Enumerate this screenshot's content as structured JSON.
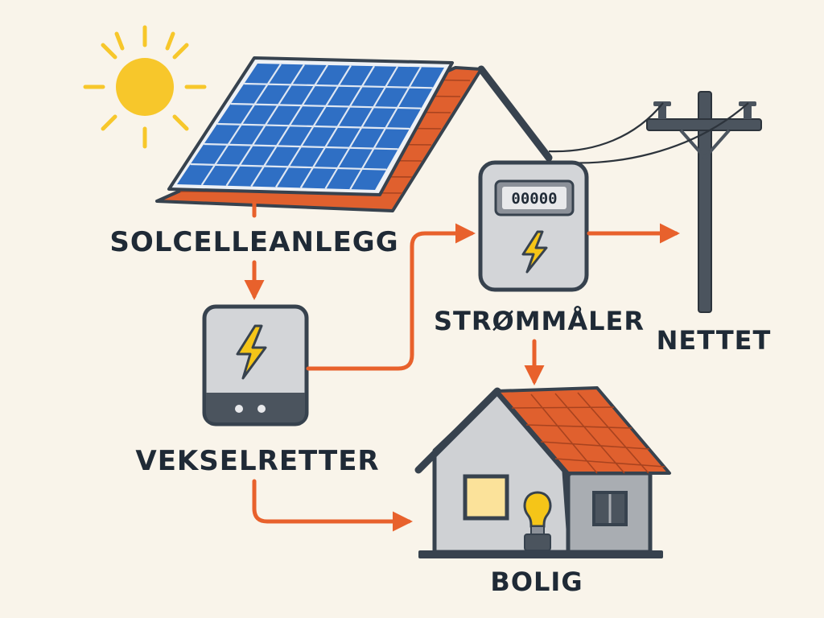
{
  "labels": {
    "solar": "SOLCELLEANLEGG",
    "inverter": "VEKSELRETTER",
    "meter": "STRØMMÅLER",
    "grid": "NETTET",
    "home": "BOLIG"
  },
  "meter_display": "00000",
  "icons": [
    "sun-icon",
    "lightning-icon",
    "light-bulb-icon",
    "utility-pole-icon",
    "house-icon"
  ],
  "colors": {
    "background": "#f9f4ea",
    "arrow": "#e8612c",
    "panel": "#2f6fc4",
    "roof": "#e0602e",
    "sun": "#f7c72b",
    "bolt": "#f5c518",
    "outline": "#37424e",
    "device": "#d3d5d8"
  }
}
